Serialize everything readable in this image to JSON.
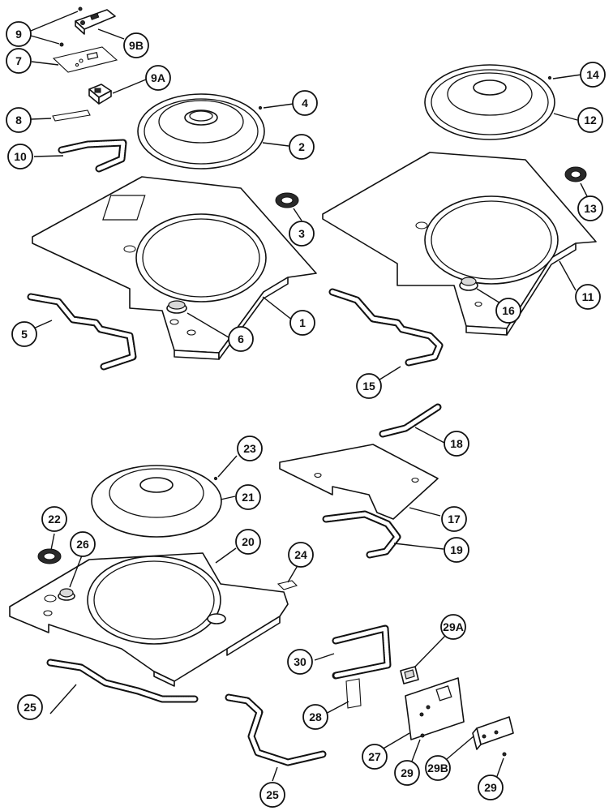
{
  "callouts": [
    {
      "id": "c-9",
      "label": "9"
    },
    {
      "id": "c-9b",
      "label": "9B"
    },
    {
      "id": "c-7",
      "label": "7"
    },
    {
      "id": "c-9a",
      "label": "9A"
    },
    {
      "id": "c-8",
      "label": "8"
    },
    {
      "id": "c-4",
      "label": "4"
    },
    {
      "id": "c-2",
      "label": "2"
    },
    {
      "id": "c-10",
      "label": "10"
    },
    {
      "id": "c-3",
      "label": "3"
    },
    {
      "id": "c-1",
      "label": "1"
    },
    {
      "id": "c-5",
      "label": "5"
    },
    {
      "id": "c-6",
      "label": "6"
    },
    {
      "id": "c-14",
      "label": "14"
    },
    {
      "id": "c-12",
      "label": "12"
    },
    {
      "id": "c-13",
      "label": "13"
    },
    {
      "id": "c-11",
      "label": "11"
    },
    {
      "id": "c-16",
      "label": "16"
    },
    {
      "id": "c-15",
      "label": "15"
    },
    {
      "id": "c-18",
      "label": "18"
    },
    {
      "id": "c-23",
      "label": "23"
    },
    {
      "id": "c-21",
      "label": "21"
    },
    {
      "id": "c-22",
      "label": "22"
    },
    {
      "id": "c-26",
      "label": "26"
    },
    {
      "id": "c-20",
      "label": "20"
    },
    {
      "id": "c-24",
      "label": "24"
    },
    {
      "id": "c-17",
      "label": "17"
    },
    {
      "id": "c-19",
      "label": "19"
    },
    {
      "id": "c-29a",
      "label": "29A"
    },
    {
      "id": "c-30",
      "label": "30"
    },
    {
      "id": "c-25a",
      "label": "25"
    },
    {
      "id": "c-28",
      "label": "28"
    },
    {
      "id": "c-27",
      "label": "27"
    },
    {
      "id": "c-29a-screw",
      "label": "29"
    },
    {
      "id": "c-29b",
      "label": "29B"
    },
    {
      "id": "c-29b-screw",
      "label": "29"
    },
    {
      "id": "c-25b",
      "label": "25"
    }
  ]
}
